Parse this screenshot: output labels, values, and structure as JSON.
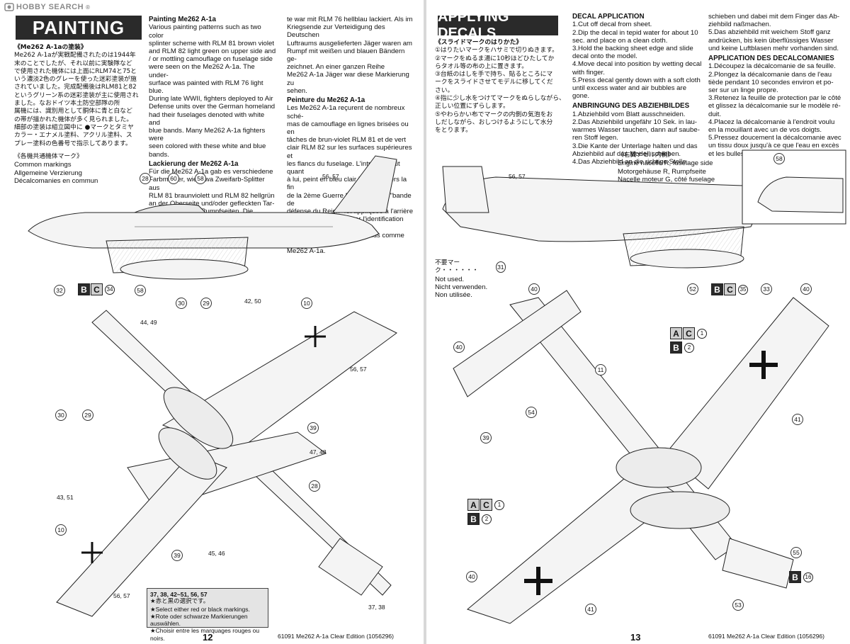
{
  "watermark": {
    "brand": "HOBBY SEARCH",
    "reg": "®"
  },
  "left_page": {
    "banner": "PAINTING",
    "jp_heading": "《Me262 A-1aの塗装》",
    "jp_body": [
      "Me262 A-1aが実戦配備されたのは1944年",
      "末のことでしたが、それ以前に実験隊など",
      "で使用された機体には上面にRLM74と75と",
      "いう濃淡2色のグレーを使った迷彩塗装が施",
      "されていました。完成配備後はRLM81と82",
      "というグリーン系の迷彩塗装が主に使用され",
      "ました。なおドイツ本土防空部隊の所",
      "属機には、識別用として胴体に青と白など",
      "の帯が描かれた機体が多く見られました。",
      "細部の塗装は組立図中に ●マークとタミヤ",
      "カラー・エナメル塗料、アクリル塗料、ス",
      "プレー塗料の色番号で指示してあります。"
    ],
    "en_heading": "Painting Me262 A-1a",
    "en_body": [
      "Various painting patterns such as two color",
      "splinter scheme with RLM 81 brown violet",
      "and RLM 82 light green on upper side and",
      "/ or mottling camouflage on fuselage side",
      "were seen on the Me262 A-1a. The under-",
      "surface was painted with RLM 76 light blue.",
      "During late WWII, fighters deployed to Air",
      "Defense units over the German homeland",
      "had their fuselages denoted with white and",
      "blue bands. Many Me262 A-1a fighters were",
      "seen colored with these white and blue",
      "bands."
    ],
    "de_heading": "Lackierung der Me262 A-1a",
    "de_body": [
      "Für die Me262 A-1a gab es verschiedene",
      "Farbmuster, wie etwa Zweifarb-Splitter aus",
      "RLM 81 braunviolett und RLM 82 hellgrün",
      "an der Oberseite und/oder gefleckten Tar-",
      "nanstrich an den Rumpfseiten. Die Untersei-"
    ],
    "de_body_cont": [
      "te war mit RLM 76 hellblau lackiert. Als im",
      "Kriegsende zur Verteidigung des Deutschen",
      "Luftraums ausgelieferten Jäger waren am",
      "Rumpf mit weißen und blauen Bändern ge-",
      "zeichnet.  An  einer  ganzen  Reihe",
      "Me262 A-1a Jäger war diese Markierung zu",
      "sehen."
    ],
    "fr_heading": "Peinture du Me262 A-1a",
    "fr_body": [
      "Les Me262 A-1a reçurent de nombreux sché-",
      "mas de camouflage en lignes brisées ou en",
      "tâches de brun-violet RLM 81 et de vert",
      "clair RLM 82 sur les surfaces supérieures et",
      "les flancs du fuselage. L'intrados était quant",
      "à lui, peint en bleu clair RLM 76. Vers la fin",
      "de la 2ème Guerre Mondiale, une \"bande de",
      "défense du Reich\" fut appliquée à l'arrière",
      "du fuselage pour faciliter l'identification des",
      "appareils de chasse allemands comme les",
      "Me262 A-1a."
    ],
    "common_jp": "《各機共通機体マーク》",
    "common_en": "Common markings",
    "common_de": "Allgemeine Verzierung",
    "common_fr": "Décalcomanies en commun",
    "note_callouts": "37, 38, 42~51, 56, 57",
    "note_jp": "★赤と黒の選択です。",
    "note_en": "★Select either red or black markings.",
    "note_de": "★Rote oder schwarze Markierungen auswählen.",
    "note_fr": "★Choisir entre les marquages rouges ou noirs.",
    "page_number": "12",
    "footer": "61091  Me262 A-1a Clear Edition (1056296)"
  },
  "right_page": {
    "banner": "APPLYING DECALS",
    "jp_heading": "《スライドマークのはりかた》",
    "jp_body": [
      "①はりたいマークをハサミで切りぬきます。",
      "②マークをぬるま湯に10秒ほどひたしてか",
      "らタオル等の布の上に置きます。",
      "③台紙のはしを手で持ち、貼るところにマ",
      "ークをスライドさせてモデルに移してくだ",
      "さい。",
      "④指に少し水をつけてマークをぬらしながら、",
      "正しい位置にずらします。",
      "⑤やわらかい布でマークの内側の気泡をお",
      "しだしながら、おしつけるようにして水分",
      "をとります。"
    ],
    "en_heading": "DECAL APPLICATION",
    "en_body": [
      "1.Cut off decal from sheet.",
      "2.Dip the decal in tepid water for about 10",
      "sec. and place on a clean cloth.",
      "3.Hold the backing sheet edge and slide",
      "decal onto the model.",
      "4.Move decal into position by wetting decal",
      "with finger.",
      "5.Press decal gently down with a soft cloth",
      "until excess water and air bubbles are gone."
    ],
    "de_heading": "ANBRINGUNG DES ABZIEHBILDES",
    "de_body": [
      "1.Abziehbild vom Blatt ausschneiden.",
      "2.Das Abziehbild ungefähr 10 Sek. in lau-",
      "warmes Wasser tauchen, dann auf saube-",
      "ren Stoff legen.",
      "3.Die Kante der Unterlage halten und das",
      "Abziehbild auf das Modell schieben.",
      "4.Das  Abziehbild  an  die  richtige  Stelle"
    ],
    "de_body_cont": [
      "schieben und dabei mit dem Finger das Ab-",
      "ziehbild naßmachen.",
      "5.Das abziehbild mit weichem Stoff ganz",
      "andrücken, bis kein überflüssiges Wasser",
      "und keine Luftblasen mehr vorhanden sind."
    ],
    "fr_heading": "APPLICATION DES DECALCOMANIES",
    "fr_body": [
      "1.Découpez la décalcomanie de sa feuille.",
      "2.Plongez la décalcomanie dans de l'eau",
      "tiède pendant 10 secondes environ et po-",
      "ser sur un  linge propre.",
      "3.Retenez la feuille de protection par le côté",
      "et glissez la décalcomanie sur le modèle ré-",
      "duit.",
      "4.Placez la décalcomanie à l'endroit voulu",
      "en la mouillant avec un de vos doigts.",
      "5.Pressez doucement la décalcomanie avec",
      "un tissu doux jusqu'à ce que l'eau en excès",
      "et les bulles aient disparu."
    ],
    "nacelle_jp": "《右翼ナセル内側》",
    "nacelle_en": "Engine nacelle R, fuselage side",
    "nacelle_de": "Motorgehäuse R, Rumpfseite",
    "nacelle_fr": "Nacelle moteur G, côté fuselage",
    "unused_jp": "不要マーク・・・・・・",
    "unused_en": "Not used.",
    "unused_de": "Nicht verwenden.",
    "unused_fr": "Non utilisée.",
    "unused_num": "31",
    "page_number": "13",
    "footer": "61091  Me262 A-1a Clear Edition (1056296)"
  },
  "markers": {
    "A": "A",
    "B": "B",
    "C": "C"
  },
  "callouts_left": {
    "c28a": "28",
    "c60": "60",
    "c58a": "58",
    "c5657a": "56, 57",
    "c32": "32",
    "c34": "34",
    "c58b": "58",
    "c30a": "30",
    "c29a": "29",
    "c4250": "42, 50",
    "c10a": "10",
    "c4449": "44, 49",
    "c5657b": "56, 57",
    "c39a": "39",
    "c30b": "30",
    "c29b": "29",
    "c4748": "47, 48",
    "c28b": "28",
    "c4351": "43, 51",
    "c10b": "10",
    "c39b": "39",
    "c4546": "45, 46",
    "c5657c": "56, 57",
    "c3738": "37, 38"
  },
  "callouts_right": {
    "c5657": "56, 57",
    "c58": "58",
    "c52": "52",
    "c35": "35",
    "c33": "33",
    "c40a": "40",
    "c40b": "40",
    "c40c": "40",
    "c11": "11",
    "c54": "54",
    "c39": "39",
    "c41a": "41",
    "c1": "1",
    "c2": "2",
    "c55": "55",
    "c16": "16",
    "c41b": "41",
    "c53": "53",
    "c40d": "40",
    "c1b": "1",
    "c2b": "2"
  }
}
